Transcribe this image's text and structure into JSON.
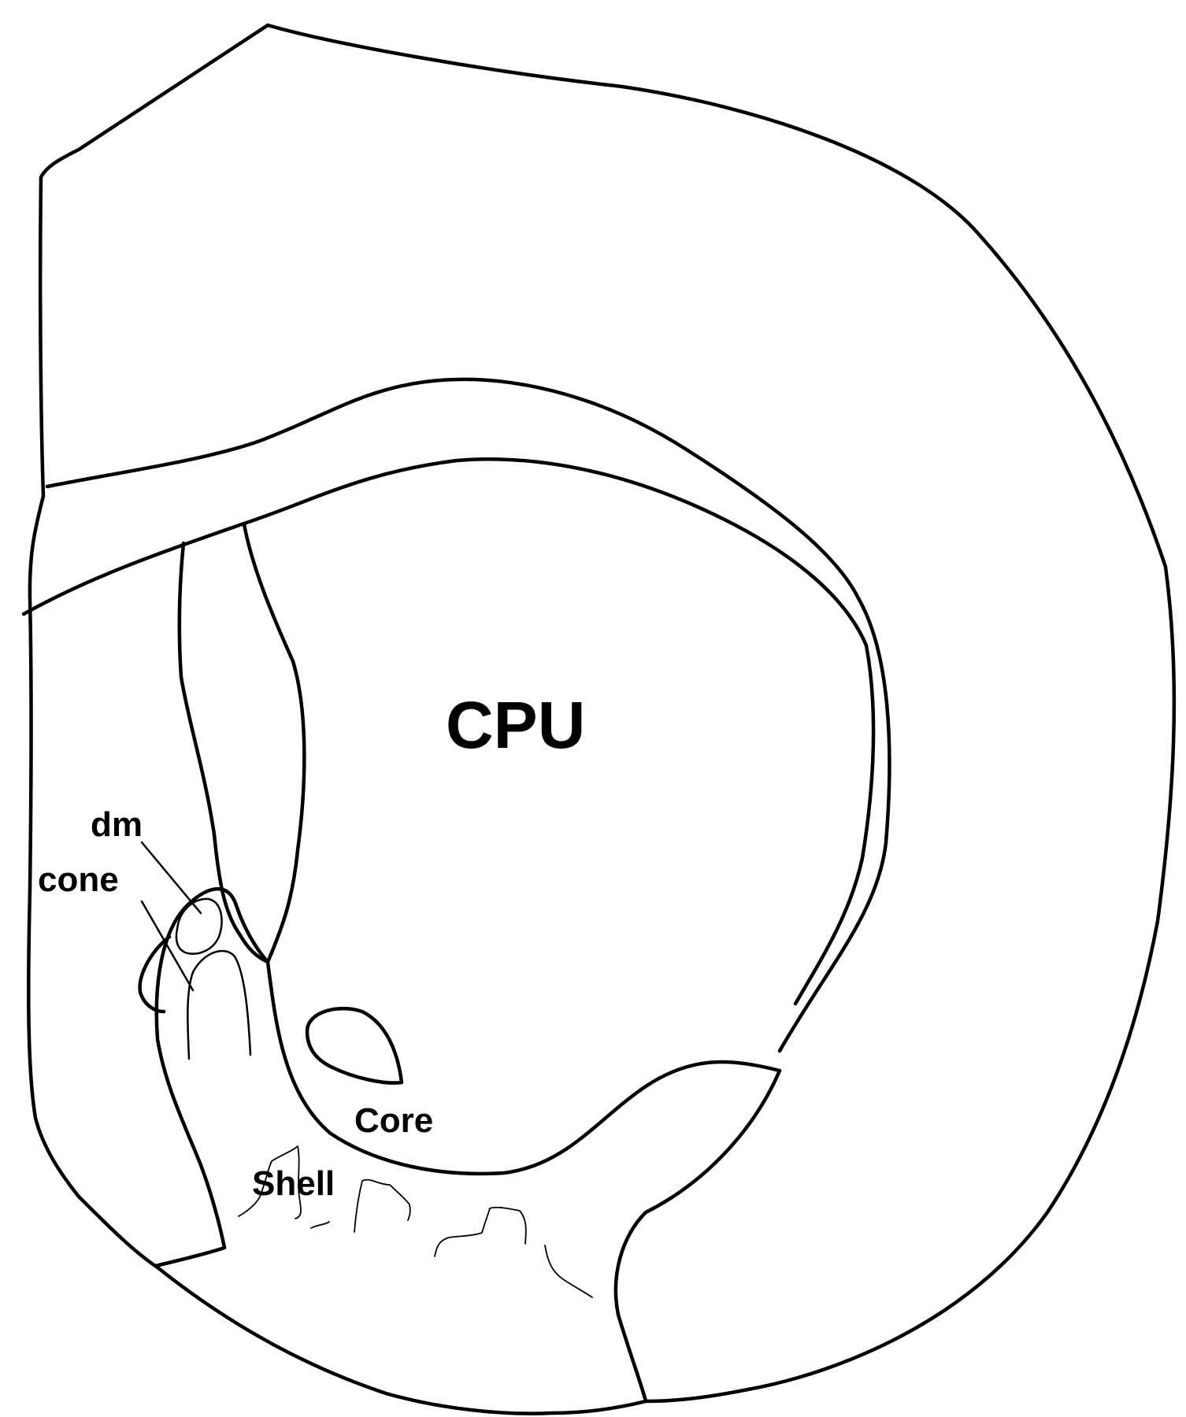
{
  "diagram": {
    "labels": {
      "cpu": "CPU",
      "dm": "dm",
      "cone": "cone",
      "core": "Core",
      "shell": "Shell"
    }
  }
}
